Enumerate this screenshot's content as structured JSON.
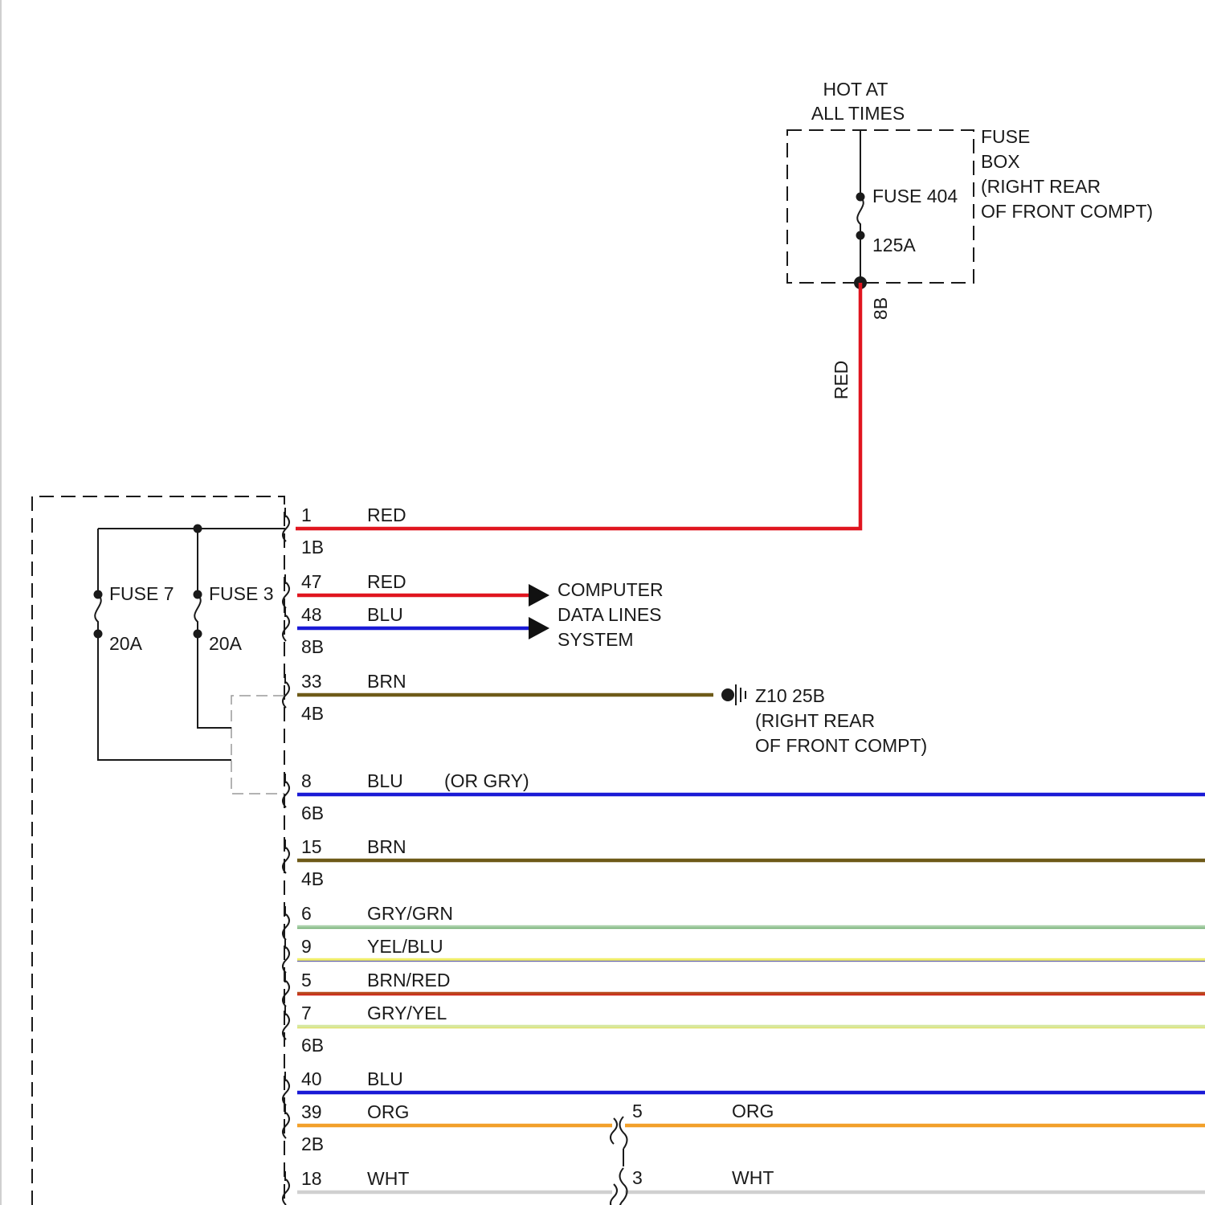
{
  "colors": {
    "RED": "#e0151f",
    "BLU": "#1a1ad6",
    "BRN": "#6e5a18",
    "GRY_GRN": "#a8cfa8",
    "YEL_BLU": "#f0ee6a",
    "BRN_RED": "#b8481c",
    "GRY_YEL": "#d6e8a0",
    "ORG": "#f2a02a",
    "WHT": "#d0d0d0"
  },
  "fuse_box": {
    "source_line1": "HOT AT",
    "source_line2": "ALL TIMES",
    "fuse_label": "FUSE 404",
    "fuse_rating": "125A",
    "box_line1": "FUSE",
    "box_line2": "BOX",
    "box_line3": "(RIGHT REAR",
    "box_line4": "OF FRONT COMPT)",
    "output_connector": "8B",
    "output_wire_color": "RED"
  },
  "left_module": {
    "fuse_a_label": "FUSE 7",
    "fuse_a_rating": "20A",
    "fuse_b_label": "FUSE 3",
    "fuse_b_rating": "20A"
  },
  "pins": [
    {
      "pin": "1",
      "connector": "1B",
      "color_label": "RED",
      "note": ""
    },
    {
      "pin": "47",
      "connector": "",
      "color_label": "RED",
      "note": ""
    },
    {
      "pin": "48",
      "connector": "8B",
      "color_label": "BLU",
      "note": ""
    },
    {
      "pin": "33",
      "connector": "4B",
      "color_label": "BRN",
      "note": ""
    },
    {
      "pin": "8",
      "connector": "6B",
      "color_label": "BLU",
      "note": "(OR GRY)"
    },
    {
      "pin": "15",
      "connector": "4B",
      "color_label": "BRN",
      "note": ""
    },
    {
      "pin": "6",
      "connector": "",
      "color_label": "GRY/GRN",
      "note": ""
    },
    {
      "pin": "9",
      "connector": "",
      "color_label": "YEL/BLU",
      "note": ""
    },
    {
      "pin": "5",
      "connector": "",
      "color_label": "BRN/RED",
      "note": ""
    },
    {
      "pin": "7",
      "connector": "6B",
      "color_label": "GRY/YEL",
      "note": ""
    },
    {
      "pin": "40",
      "connector": "",
      "color_label": "BLU",
      "note": ""
    },
    {
      "pin": "39",
      "connector": "2B",
      "color_label": "ORG",
      "note": ""
    },
    {
      "pin": "18",
      "connector": "",
      "color_label": "WHT",
      "note": ""
    }
  ],
  "computer_data_lines": {
    "line1": "COMPUTER",
    "line2": "DATA LINES",
    "line3": "SYSTEM"
  },
  "ground": {
    "line1": "Z10 25B",
    "line2": "(RIGHT REAR",
    "line3": "OF FRONT COMPT)"
  },
  "inline_connector": {
    "org_pin": "5",
    "org_label": "ORG",
    "wht_pin": "3",
    "wht_label": "WHT"
  }
}
